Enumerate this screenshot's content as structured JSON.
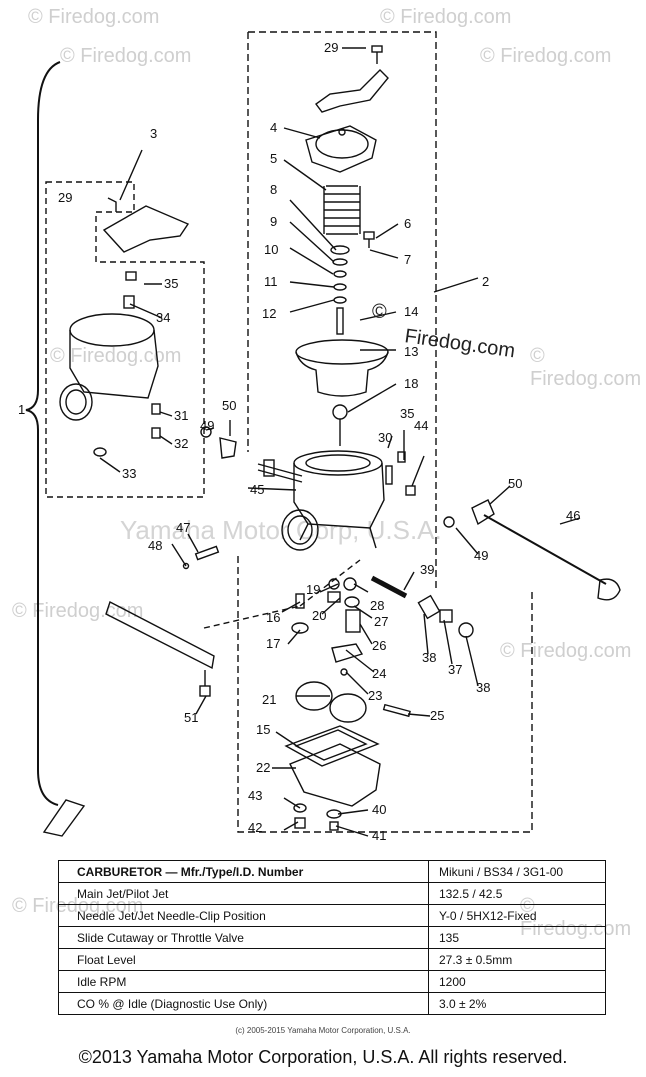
{
  "watermarks": {
    "site": "© Firedog.com",
    "site_center_symbol": "©",
    "site_center_text": "Firedog.com",
    "company": "Yamaha Motor Corp, U.S.A."
  },
  "part_labels": {
    "p1": "1",
    "p2": "2",
    "p3": "3",
    "p4": "4",
    "p5": "5",
    "p6": "6",
    "p7": "7",
    "p8": "8",
    "p9": "9",
    "p10": "10",
    "p11": "11",
    "p12": "12",
    "p13": "13",
    "p14": "14",
    "p15": "15",
    "p16": "16",
    "p17": "17",
    "p18": "18",
    "p19": "19",
    "p20": "20",
    "p21": "21",
    "p22": "22",
    "p23": "23",
    "p24": "24",
    "p25": "25",
    "p26": "26",
    "p27": "27",
    "p28": "28",
    "p29": "29",
    "p30": "30",
    "p31": "31",
    "p32": "32",
    "p33": "33",
    "p34": "34",
    "p35": "35",
    "p37": "37",
    "p38": "38",
    "p39": "39",
    "p40": "40",
    "p41": "41",
    "p42": "42",
    "p43": "43",
    "p44": "44",
    "p45": "45",
    "p46": "46",
    "p47": "47",
    "p48": "48",
    "p49": "49",
    "p50": "50",
    "p51": "51"
  },
  "spec_table": {
    "header": {
      "label": "CARBURETOR — Mfr./Type/I.D. Number",
      "value": "Mikuni / BS34 / 3G1-00"
    },
    "rows": [
      {
        "label": "Main Jet/Pilot Jet",
        "value": "132.5 / 42.5"
      },
      {
        "label": "Needle Jet/Jet Needle-Clip Position",
        "value": "Y-0 / 5HX12-Fixed"
      },
      {
        "label": "Slide Cutaway or Throttle Valve",
        "value": "135"
      },
      {
        "label": "Float Level",
        "value": "27.3 ± 0.5mm"
      },
      {
        "label": "Idle RPM",
        "value": "1200"
      },
      {
        "label": "CO % @ Idle (Diagnostic Use Only)",
        "value": "3.0 ± 2%"
      }
    ]
  },
  "small_copyright": "(c) 2005-2015 Yamaha Motor Corporation, U.S.A.",
  "footer_copyright": "©2013 Yamaha Motor Corporation, U.S.A. All rights reserved."
}
